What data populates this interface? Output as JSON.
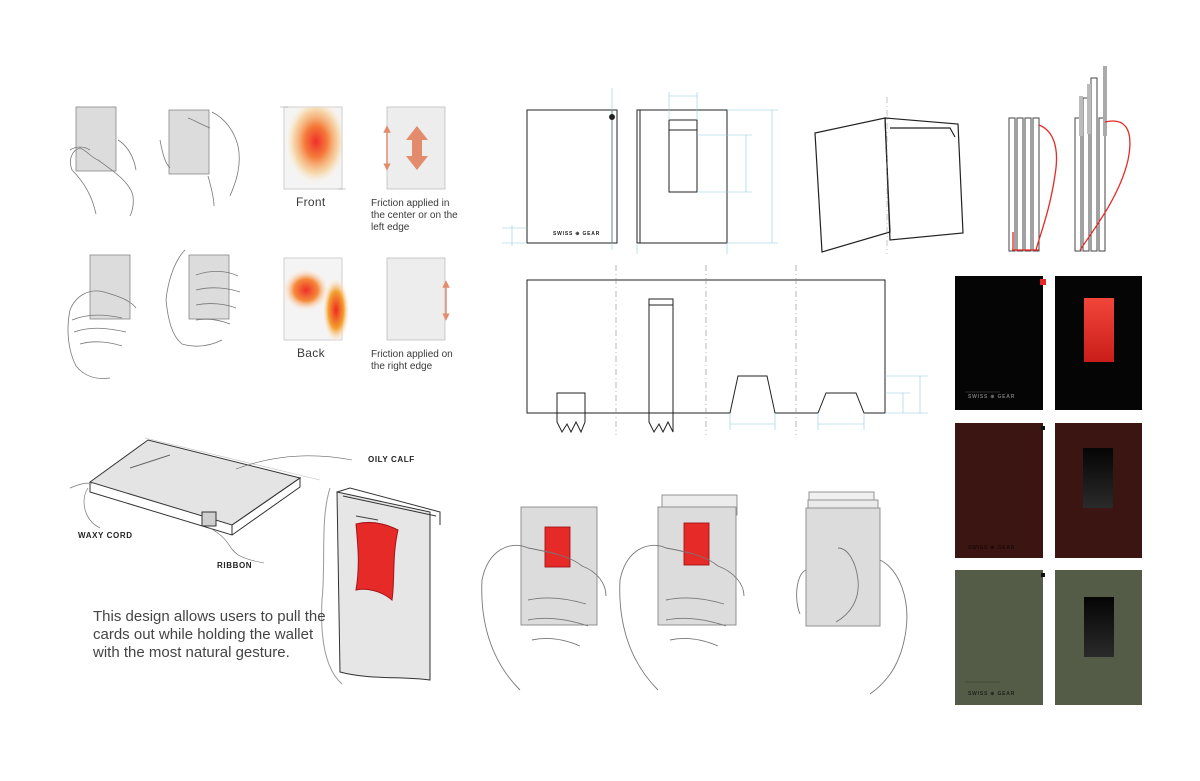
{
  "heatmaps": {
    "front_label": "Front",
    "back_label": "Back"
  },
  "friction_notes": {
    "front_note": "Friction applied in the center or on the left edge",
    "back_note": "Friction applied on the right edge"
  },
  "materials": {
    "oily_calf": "OILY CALF",
    "waxy_cord": "WAXY CORD",
    "ribbon": "RIBBON"
  },
  "description": "This design allows users to pull the cards out while holding the wallet with the most natural gesture.",
  "brand_mark": "SWISS ⊕ GEAR",
  "colorways": {
    "black": "#050505",
    "burgundy": "#3a1512",
    "olive": "#545c48",
    "accent_red": "#e52a27",
    "arrow_salmon": "#e38b6d",
    "guide_blue": "#8ecbe0"
  }
}
